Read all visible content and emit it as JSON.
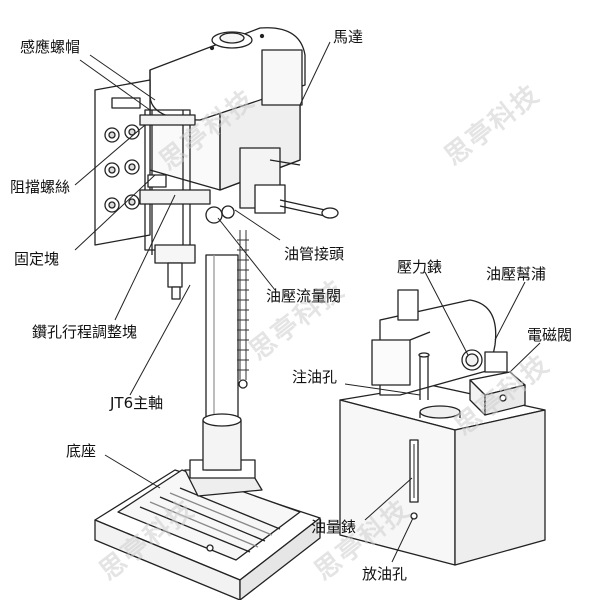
{
  "labels": {
    "sensor_nut": "感應螺帽",
    "motor": "馬達",
    "stop_screw": "阻擋螺絲",
    "fixing_block": "固定塊",
    "oil_pipe_joint": "油管接頭",
    "hydraulic_flow_valve": "油壓流量閥",
    "drill_stroke_block": "鑽孔行程調整塊",
    "jt6_spindle": "JT6主軸",
    "base": "底座",
    "pressure_gauge": "壓力錶",
    "hydraulic_pump": "油壓幫浦",
    "solenoid_valve": "電磁閥",
    "oil_filler": "注油孔",
    "oil_level_gauge": "油量錶",
    "oil_drain": "放油孔"
  },
  "watermark": "思亭科技"
}
